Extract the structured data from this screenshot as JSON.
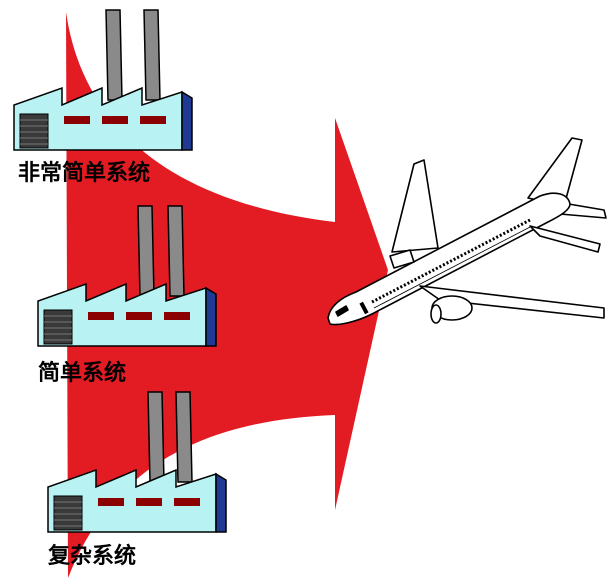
{
  "diagram": {
    "factories": [
      {
        "label": "非常简单系统",
        "name": "factory-very-simple"
      },
      {
        "label": "简单系统",
        "name": "factory-simple"
      },
      {
        "label": "复杂系统",
        "name": "factory-complex"
      }
    ],
    "colors": {
      "arrow": "#e31b23",
      "factory_wall": "#b9f2f2",
      "factory_side": "#1f3a93",
      "chimney": "#8a8a8a",
      "window": "#8b0000",
      "door": "#3a3a3a"
    },
    "target_icon": "airplane-icon"
  }
}
